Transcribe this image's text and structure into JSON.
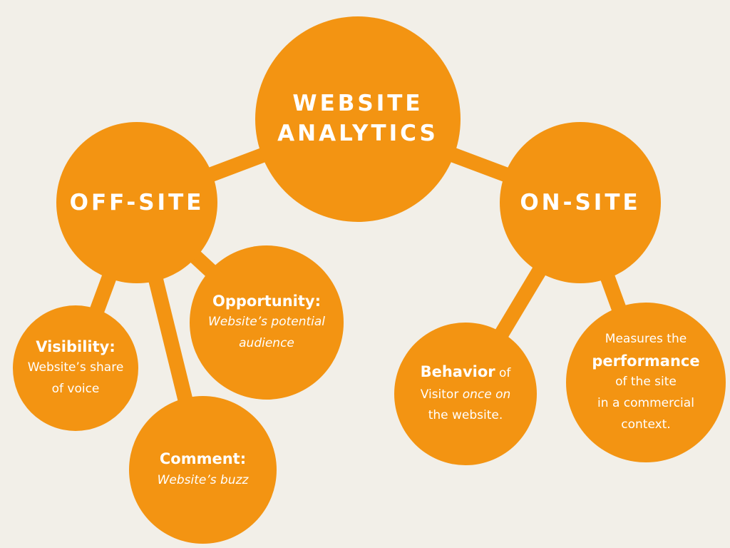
{
  "theme": {
    "background": "#f2efe8",
    "accent": "#f39412",
    "text": "#ffffff"
  },
  "root": {
    "line1": "WEBSITE",
    "line2": "ANALYTICS"
  },
  "offsite": {
    "label": "OFF-SITE",
    "opportunity": {
      "title": "Opportunity:",
      "desc_line1": "Website’s potential",
      "desc_line2": "audience"
    },
    "visibility": {
      "title": "Visibility:",
      "desc_line1": "Website’s share",
      "desc_line2": "of voice"
    },
    "comment": {
      "title": "Comment:",
      "desc": "Website’s buzz"
    }
  },
  "onsite": {
    "label": "ON-SITE",
    "behavior": {
      "title": "Behavior",
      "title_suffix": " of",
      "line2_prefix": "Visitor ",
      "line2_italic": "once on",
      "line3": "the website."
    },
    "performance": {
      "line1": "Measures the",
      "title": "performance",
      "line3": "of the site",
      "line4": "in a commercial",
      "line5": "context."
    }
  }
}
